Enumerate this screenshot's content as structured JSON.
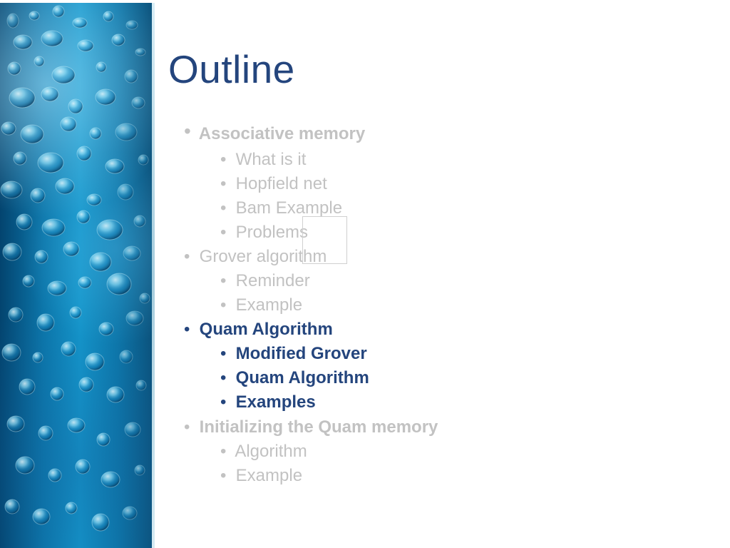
{
  "slide": {
    "title": "Outline",
    "outline": [
      {
        "bullet": "•",
        "label": "Associative memory",
        "level": 1,
        "state": "muted-bold",
        "children": [
          {
            "bullet": "•",
            "label": "What is it",
            "level": 2,
            "state": "muted"
          },
          {
            "bullet": "•",
            "label": "Hopfield net",
            "level": 2,
            "state": "muted"
          },
          {
            "bullet": "•",
            "label": "Bam Example",
            "level": 2,
            "state": "muted"
          },
          {
            "bullet": "•",
            "label": "Problems",
            "level": 2,
            "state": "muted"
          }
        ]
      },
      {
        "bullet": "•",
        "label": "Grover algorithm",
        "level": 1,
        "state": "muted",
        "children": [
          {
            "bullet": "•",
            "label": "Reminder",
            "level": 2,
            "state": "muted"
          },
          {
            "bullet": "•",
            "label": "Example",
            "level": 2,
            "state": "muted"
          }
        ]
      },
      {
        "bullet": "•",
        "label": "Quam Algorithm",
        "level": 1,
        "state": "active",
        "children": [
          {
            "bullet": "•",
            "label": "Modified Grover",
            "level": 2,
            "state": "active"
          },
          {
            "bullet": "•",
            "label": "Quam Algorithm",
            "level": 2,
            "state": "active"
          },
          {
            "bullet": "•",
            "label": "Examples",
            "level": 2,
            "state": "active"
          }
        ]
      },
      {
        "bullet": "•",
        "label": "Initializing the Quam memory",
        "level": 1,
        "state": "muted-bold",
        "children": [
          {
            "bullet": "•",
            "label": "Algorithm",
            "level": 2,
            "state": "muted"
          },
          {
            "bullet": "•",
            "label": "Example",
            "level": 2,
            "state": "muted"
          }
        ]
      }
    ],
    "colors": {
      "title": "#24457d",
      "active": "#24457d",
      "muted": "#c2c2c2",
      "background": "#ffffff",
      "water_deep": "#03446f",
      "water_light": "#1496cb"
    },
    "decorative": {
      "background_panel": "underwater bubbles",
      "selection": "empty selection rectangle"
    }
  }
}
